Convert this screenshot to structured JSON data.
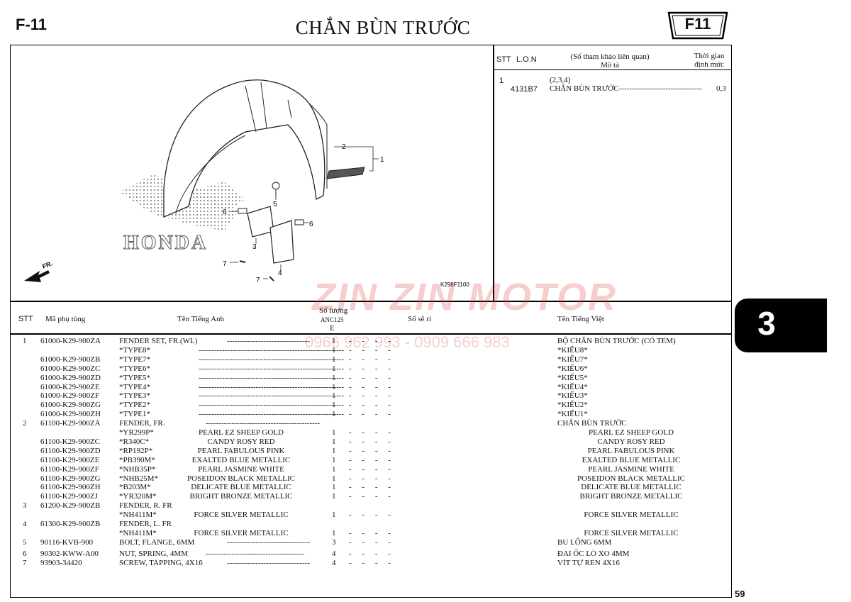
{
  "page": {
    "code": "F-11",
    "title": "CHẮN BÙN TRƯỚC",
    "badge": "F11",
    "section_number": "3",
    "page_number": "59"
  },
  "watermark": {
    "main": "ZIN ZIN MOTOR",
    "phone": "0966 962 993 - 0909 666 983"
  },
  "labor": {
    "headers": {
      "stt": "STT",
      "lon": "L.O.N",
      "ref": "(Số tham khảo liên quan)",
      "desc": "Mô tả",
      "time": "Thời gian",
      "time2": "định mức"
    },
    "rows": [
      {
        "stt": "1",
        "ref": "(2,3,4)",
        "lon": "4131B7",
        "desc": "CHẮN BÙN TRƯỚC--------------------------------",
        "time": "0,3"
      }
    ]
  },
  "diagram": {
    "brand_text": "HONDA",
    "fr_label": "FR.",
    "code": "K298F1100",
    "callouts": [
      "1",
      "2",
      "3",
      "4",
      "5",
      "6",
      "6",
      "7",
      "7"
    ]
  },
  "table": {
    "headers": {
      "stt": "STT",
      "part_no": "Mã phụ tùng",
      "name_en": "Tên Tiếng Anh",
      "qty": "Số lượng",
      "model": "ANC125",
      "type": "E",
      "serial": "Số sê ri",
      "name_vi": "Tên Tiếng Việt"
    },
    "rows": [
      {
        "stt": "1",
        "part": "61000-K29-900ZA",
        "en": "FENDER SET, FR.(WL)",
        "dash": "--------------------------------",
        "qty": "1",
        "v": "- - - -",
        "vi": "BỘ CHẮN BÙN TRƯỚC (CÓ TEM)"
      },
      {
        "stt": "",
        "part": "",
        "en": "*TYPE8*",
        "dash": "--------------------------------------------------------",
        "qty": "1",
        "v": "- - - -",
        "vi": "*KIỂU8*"
      },
      {
        "stt": "",
        "part": "61000-K29-900ZB",
        "en": "*TYPE7*",
        "dash": "--------------------------------------------------------",
        "qty": "1",
        "v": "- - - -",
        "vi": "*KIỂU7*"
      },
      {
        "stt": "",
        "part": "61000-K29-900ZC",
        "en": "*TYPE6*",
        "dash": "--------------------------------------------------------",
        "qty": "1",
        "v": "- - - -",
        "vi": "*KIỂU6*"
      },
      {
        "stt": "",
        "part": "61000-K29-900ZD",
        "en": "*TYPE5*",
        "dash": "--------------------------------------------------------",
        "qty": "1",
        "v": "- - - -",
        "vi": "*KIỂU5*"
      },
      {
        "stt": "",
        "part": "61000-K29-900ZE",
        "en": "*TYPE4*",
        "dash": "--------------------------------------------------------",
        "qty": "1",
        "v": "- - - -",
        "vi": "*KIỂU4*"
      },
      {
        "stt": "",
        "part": "61000-K29-900ZF",
        "en": "*TYPE3*",
        "dash": "--------------------------------------------------------",
        "qty": "1",
        "v": "- - - -",
        "vi": "*KIỂU3*"
      },
      {
        "stt": "",
        "part": "61000-K29-900ZG",
        "en": "*TYPE2*",
        "dash": "--------------------------------------------------------",
        "qty": "1",
        "v": "- - - -",
        "vi": "*KIỂU2*"
      },
      {
        "stt": "",
        "part": "61000-K29-900ZH",
        "en": "*TYPE1*",
        "dash": "--------------------------------------------------------",
        "qty": "1",
        "v": "- - - -",
        "vi": "*KIỂU1*"
      },
      {
        "stt": "2",
        "part": "61100-K29-900ZA",
        "en": "FENDER, FR.",
        "dash": "--------------------------------------------",
        "qty": "",
        "v": "",
        "vi": "CHẮN BÙN TRƯỚC"
      },
      {
        "stt": "",
        "part": "",
        "en": "*YR299P*",
        "en2": "PEARL EZ SHEEP GOLD",
        "qty": "1",
        "v": "- - - -",
        "vi2": "PEARL EZ SHEEP GOLD"
      },
      {
        "stt": "",
        "part": "61100-K29-900ZC",
        "en": "*R340C*",
        "en2": "CANDY ROSY RED",
        "qty": "1",
        "v": "- - - -",
        "vi2": "CANDY ROSY RED"
      },
      {
        "stt": "",
        "part": "61100-K29-900ZD",
        "en": "*RP192P*",
        "en2": "PEARL FABULOUS PINK",
        "qty": "1",
        "v": "- - - -",
        "vi2": "PEARL FABULOUS PINK"
      },
      {
        "stt": "",
        "part": "61100-K29-900ZE",
        "en": "*PB390M*",
        "en2": "EXALTED BLUE METALLIC",
        "qty": "1",
        "v": "- - - -",
        "vi2": "EXALTED BLUE METALLIC"
      },
      {
        "stt": "",
        "part": "61100-K29-900ZF",
        "en": "*NHB35P*",
        "en2": "PEARL JASMINE WHITE",
        "qty": "1",
        "v": "- - - -",
        "vi2": "PEARL JASMINE WHITE"
      },
      {
        "stt": "",
        "part": "61100-K29-900ZG",
        "en": "*NHB25M*",
        "en2": "POSEIDON BLACK METALLIC",
        "qty": "1",
        "v": "- - - -",
        "vi2": "POSEIDON BLACK METALLIC"
      },
      {
        "stt": "",
        "part": "61100-K29-900ZH",
        "en": "*B203M*",
        "en2": "DELICATE BLUE METALLIC",
        "qty": "1",
        "v": "- - - -",
        "vi2": "DELICATE BLUE METALLIC"
      },
      {
        "stt": "",
        "part": "61100-K29-900ZJ",
        "en": "*YR320M*",
        "en2": "BRIGHT BRONZE METALLIC",
        "qty": "1",
        "v": "- - - -",
        "vi2": "BRIGHT BRONZE METALLIC"
      },
      {
        "stt": "3",
        "part": "61200-K29-900ZB",
        "en": "FENDER, R. FR",
        "qty": "",
        "v": "",
        "vi": ""
      },
      {
        "stt": "",
        "part": "",
        "en": "*NH411M*",
        "en2": "FORCE SILVER METALLIC",
        "qty": "1",
        "v": "- - - -",
        "vi2": "FORCE SILVER METALLIC"
      },
      {
        "stt": "4",
        "part": "61300-K29-900ZB",
        "en": "FENDER, L. FR",
        "qty": "",
        "v": "",
        "vi": ""
      },
      {
        "stt": "",
        "part": "",
        "en": "*NH411M*",
        "en2": "FORCE SILVER METALLIC",
        "qty": "1",
        "v": "- - - -",
        "vi2": "FORCE SILVER METALLIC"
      },
      {
        "stt": "5",
        "part": "90116-KVB-900",
        "en": "BOLT, FLANGE, 6MM",
        "dash": "--------------------------------",
        "qty": "3",
        "v": "- - - -",
        "vi": "BU LÔNG 6MM"
      },
      {
        "stt": "6",
        "part": "90302-KWW-A00",
        "en": "NUT, SPRING, 4MM",
        "dash": "--------------------------------------",
        "qty": "4",
        "v": "- - - -",
        "vi": "ĐAI ỐC LÒ XO 4MM"
      },
      {
        "stt": "7",
        "part": "93903-34420",
        "en": "SCREW, TAPPING, 4X16",
        "dash": "--------------------------------",
        "qty": "4",
        "v": "- - - -",
        "vi": "VÍT TỰ REN 4X16"
      }
    ]
  }
}
